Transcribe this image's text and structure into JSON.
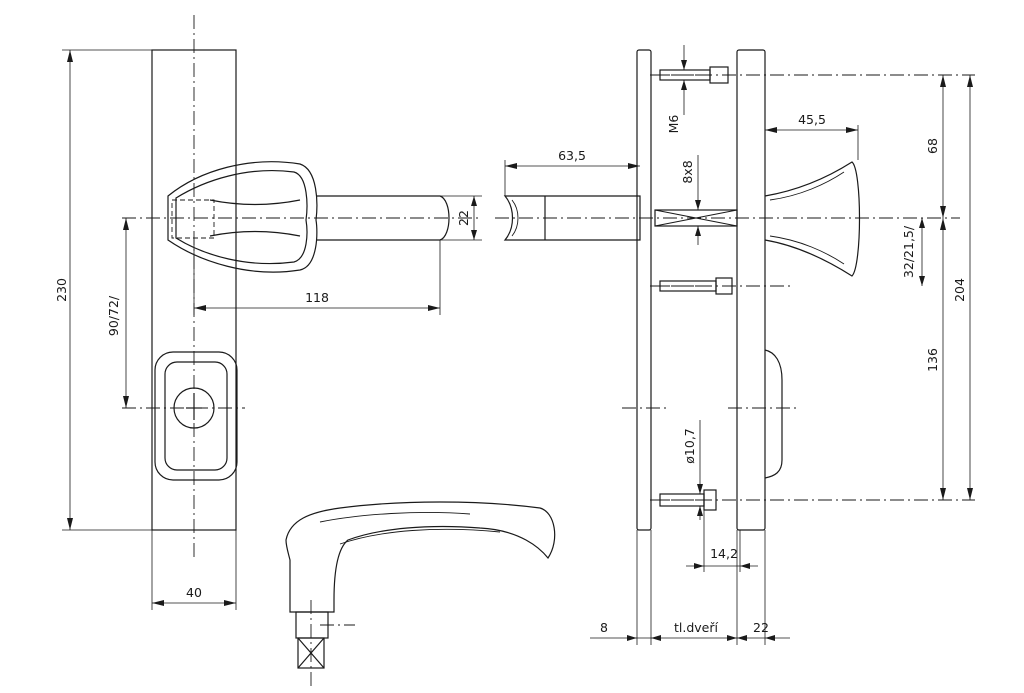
{
  "drawing": {
    "dimensions": {
      "plate_height": "230",
      "plate_width": "40",
      "handle_length": "118",
      "handle_diameter": "22",
      "spacing_options": "90/72/",
      "spindle_length": "63,5",
      "spindle_square": "8x8",
      "screw_thread": "M6",
      "knob_depth": "45,5",
      "top_screw_offset": "68",
      "lower_offset": "32/21,5/",
      "screw_spacing": "204",
      "lower_screw_offset": "136",
      "hole_diameter": "ø10,7",
      "screw_length": "14,2",
      "plate_thickness_front": "8",
      "door_thickness": "tl.dveří",
      "plate_thickness_back": "22"
    }
  }
}
